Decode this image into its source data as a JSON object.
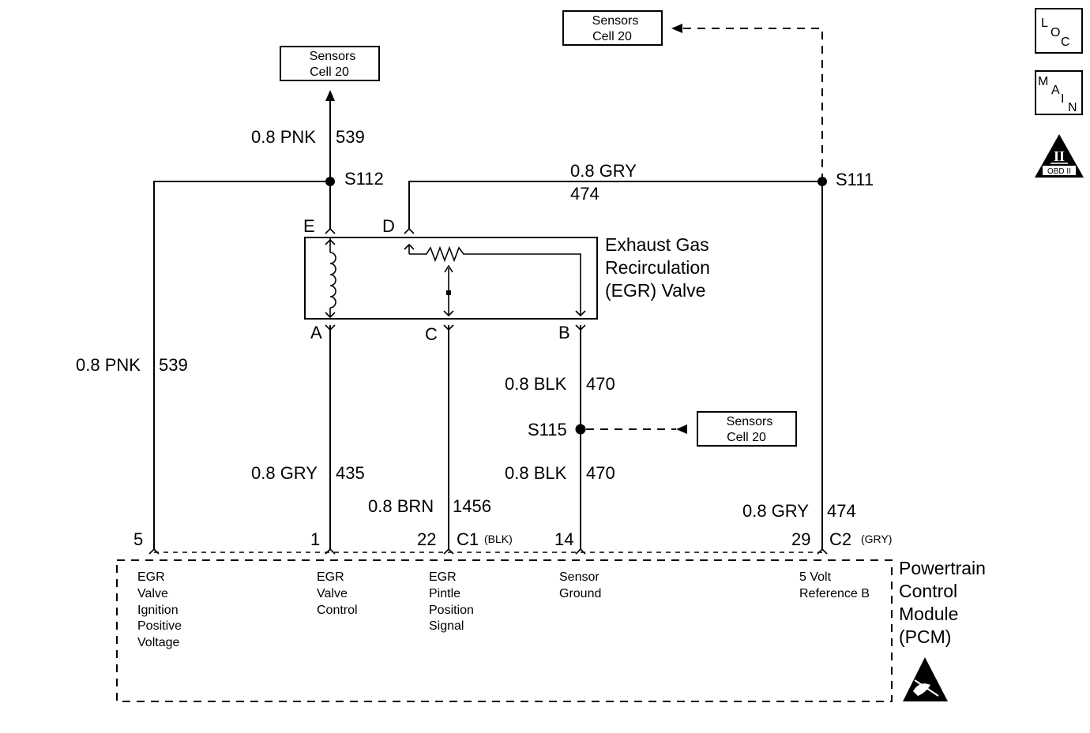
{
  "references": {
    "top_left": {
      "line1": "Sensors",
      "line2": "Cell 20"
    },
    "top_right": {
      "line1": "Sensors",
      "line2": "Cell 20"
    },
    "middle_right": {
      "line1": "Sensors",
      "line2": "Cell 20"
    }
  },
  "splices": {
    "s112": "S112",
    "s111": "S111",
    "s115": "S115"
  },
  "wires": {
    "pnk_top": {
      "gauge_color": "0.8 PNK",
      "circuit": "539"
    },
    "pnk_left": {
      "gauge_color": "0.8 PNK",
      "circuit": "539"
    },
    "gry_top": {
      "gauge_color": "0.8 GRY",
      "circuit": "474"
    },
    "gry_a": {
      "gauge_color": "0.8 GRY",
      "circuit": "435"
    },
    "brn_c": {
      "gauge_color": "0.8 BRN",
      "circuit": "1456"
    },
    "blk_upper": {
      "gauge_color": "0.8 BLK",
      "circuit": "470"
    },
    "blk_lower": {
      "gauge_color": "0.8 BLK",
      "circuit": "470"
    },
    "gry_right": {
      "gauge_color": "0.8 GRY",
      "circuit": "474"
    }
  },
  "egr_valve": {
    "line1": "Exhaust Gas",
    "line2": "Recirculation",
    "line3": "(EGR) Valve",
    "pins": {
      "E": "E",
      "D": "D",
      "A": "A",
      "C": "C",
      "B": "B"
    }
  },
  "pcm": {
    "line1": "Powertrain",
    "line2": "Control",
    "line3": "Module",
    "line4": "(PCM)",
    "connector_c1": "C1",
    "connector_c1_color": "(BLK)",
    "connector_c2": "C2",
    "connector_c2_color": "(GRY)",
    "pins": [
      {
        "num": "5",
        "desc": [
          "EGR",
          "Valve",
          "Ignition",
          "Positive",
          "Voltage"
        ]
      },
      {
        "num": "1",
        "desc": [
          "EGR",
          "Valve",
          "Control"
        ]
      },
      {
        "num": "22",
        "desc": [
          "EGR",
          "Pintle",
          "Position",
          "Signal"
        ]
      },
      {
        "num": "14",
        "desc": [
          "Sensor",
          "Ground"
        ]
      },
      {
        "num": "29",
        "desc": [
          "5 Volt",
          "Reference B"
        ]
      }
    ]
  },
  "icons": {
    "loc": {
      "l": "L",
      "o": "O",
      "c": "C"
    },
    "main": {
      "m": "M",
      "a": "A",
      "i": "I",
      "n": "N"
    },
    "obd": {
      "numeral": "II",
      "label": "OBD II"
    }
  }
}
